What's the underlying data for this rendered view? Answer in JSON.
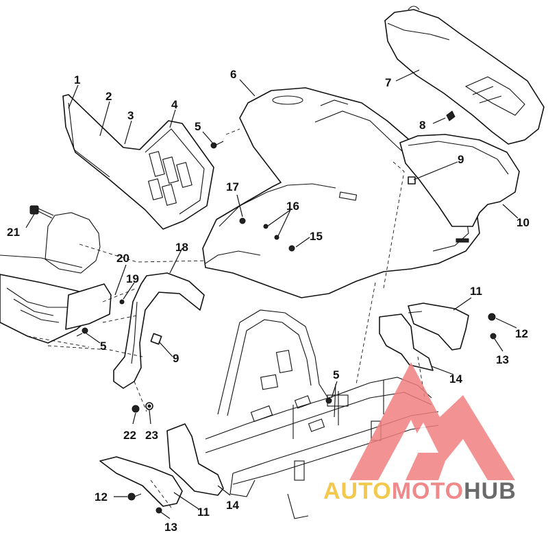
{
  "callouts": [
    {
      "id": "c1",
      "label": "1"
    },
    {
      "id": "c2",
      "label": "2"
    },
    {
      "id": "c3",
      "label": "3"
    },
    {
      "id": "c4",
      "label": "4"
    },
    {
      "id": "c5a",
      "label": "5"
    },
    {
      "id": "c6",
      "label": "6"
    },
    {
      "id": "c7",
      "label": "7"
    },
    {
      "id": "c8",
      "label": "8"
    },
    {
      "id": "c9a",
      "label": "9"
    },
    {
      "id": "c10",
      "label": "10"
    },
    {
      "id": "c11a",
      "label": "11"
    },
    {
      "id": "c12a",
      "label": "12"
    },
    {
      "id": "c13a",
      "label": "13"
    },
    {
      "id": "c14a",
      "label": "14"
    },
    {
      "id": "c15",
      "label": "15"
    },
    {
      "id": "c16",
      "label": "16"
    },
    {
      "id": "c17",
      "label": "17"
    },
    {
      "id": "c18",
      "label": "18"
    },
    {
      "id": "c19",
      "label": "19"
    },
    {
      "id": "c20",
      "label": "20"
    },
    {
      "id": "c21",
      "label": "21"
    },
    {
      "id": "c5b",
      "label": "5"
    },
    {
      "id": "c9b",
      "label": "9"
    },
    {
      "id": "c5c",
      "label": "5"
    },
    {
      "id": "c22",
      "label": "22"
    },
    {
      "id": "c23",
      "label": "23"
    },
    {
      "id": "c12b",
      "label": "12"
    },
    {
      "id": "c11b",
      "label": "11"
    },
    {
      "id": "c13b",
      "label": "13"
    },
    {
      "id": "c14b",
      "label": "14"
    }
  ],
  "watermark": {
    "part1": "AUTO",
    "part2": "MOTO",
    "part3": "HUB",
    "color_auto": "#f2c94c",
    "color_moto": "#f08a8a",
    "color_hub": "#6a6a6a",
    "logo_color": "#f08080"
  }
}
